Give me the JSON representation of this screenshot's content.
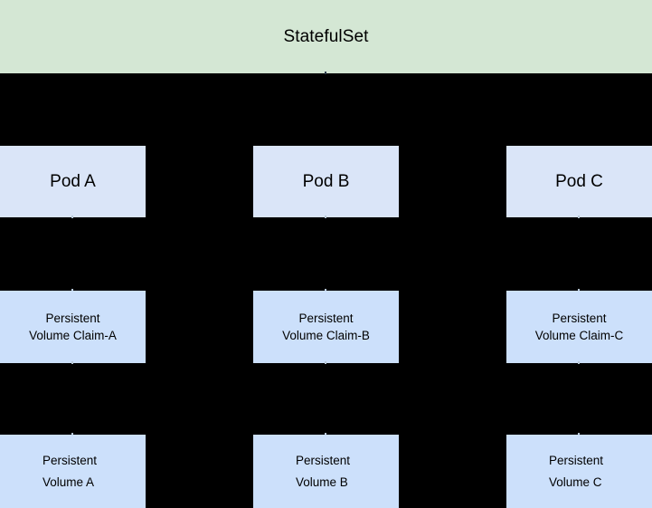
{
  "diagram": {
    "title": "StatefulSet",
    "colors": {
      "header_fill": "#d4e7d4",
      "pod_fill": "#dae5f8",
      "claim_fill": "#cce0fb",
      "volume_fill": "#cce0fb",
      "background": "#000000",
      "text": "#000000"
    },
    "header": {
      "label": "StatefulSet"
    },
    "columns": [
      {
        "pod": {
          "label": "Pod A"
        },
        "claim": {
          "line1": "Persistent",
          "line2": "Volume Claim-A"
        },
        "volume": {
          "line1": "Persistent",
          "line2": "Volume A"
        }
      },
      {
        "pod": {
          "label": "Pod B"
        },
        "claim": {
          "line1": "Persistent",
          "line2": "Volume Claim-B"
        },
        "volume": {
          "line1": "Persistent",
          "line2": "Volume B"
        }
      },
      {
        "pod": {
          "label": "Pod C"
        },
        "claim": {
          "line1": "Persistent",
          "line2": "Volume Claim-C"
        },
        "volume": {
          "line1": "Persistent",
          "line2": "Volume C"
        }
      }
    ]
  }
}
